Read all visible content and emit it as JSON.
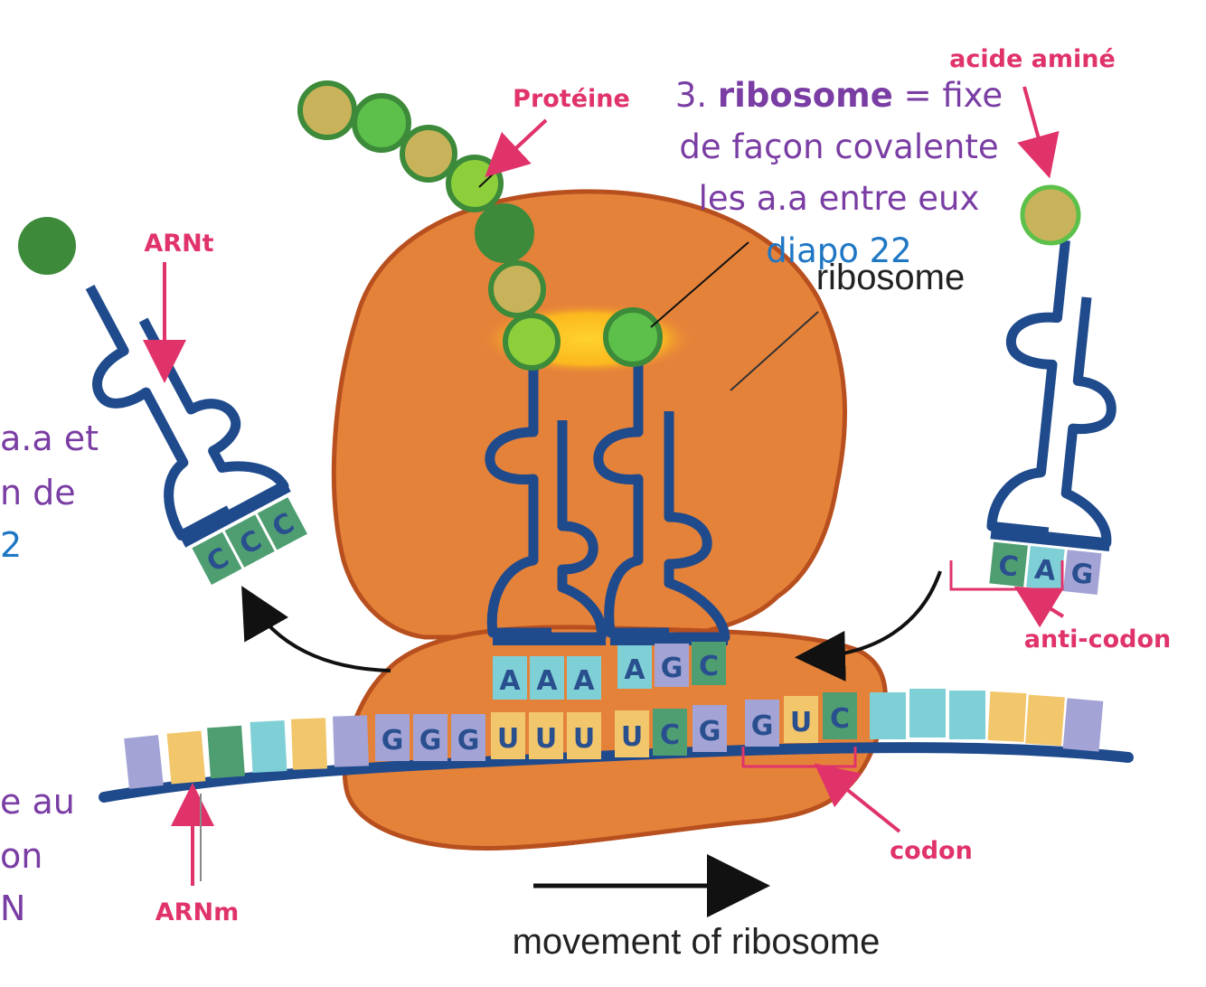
{
  "labels": {
    "acide_amine": "acide aminé",
    "proteine": "Protéine",
    "arnt": "ARNt",
    "arnm": "ARNm",
    "anti_codon": "anti-codon",
    "codon": "codon",
    "ribosome": "ribosome",
    "movement": "movement of ribosome"
  },
  "annotation": {
    "line1_num": "3.",
    "line1_bold": "ribosome",
    "line1_rest": "= fixe",
    "line2": "de façon covalente",
    "line3": "les a.a entre eux",
    "line4": "diapo 22"
  },
  "left_cutoff_text": {
    "top_1": "a.a et",
    "top_2": "n de",
    "top_3": "2",
    "bottom_1": "e au",
    "bottom_2": "on",
    "bottom_3": "N"
  },
  "mrna_bases": [
    "G",
    "G",
    "G",
    "U",
    "U",
    "U",
    "U",
    "C",
    "G",
    "G",
    "U",
    "C"
  ],
  "trna_left_anticodon": [
    "C",
    "C",
    "C"
  ],
  "trna_p_site": [
    "A",
    "A",
    "A"
  ],
  "trna_a_site": [
    "A",
    "G",
    "C"
  ],
  "trna_right_anticodon": [
    "C",
    "A",
    "G"
  ],
  "colors": {
    "label_red": "#e0336a",
    "annotation_purple": "#7a3da3",
    "annotation_blue": "#1f77c4",
    "ribosome": "#e5823a",
    "ribosome_outline": "#b84f1e",
    "trna": "#1f4a8c",
    "base_purple": "#a3a3d6",
    "base_yellow": "#f2c66b",
    "base_green": "#4f9e72",
    "base_cyan": "#7fd0d6",
    "aa_dark_green": "#3c8a3a",
    "aa_green": "#5cc04a",
    "aa_yellow": "#c9b35a"
  }
}
